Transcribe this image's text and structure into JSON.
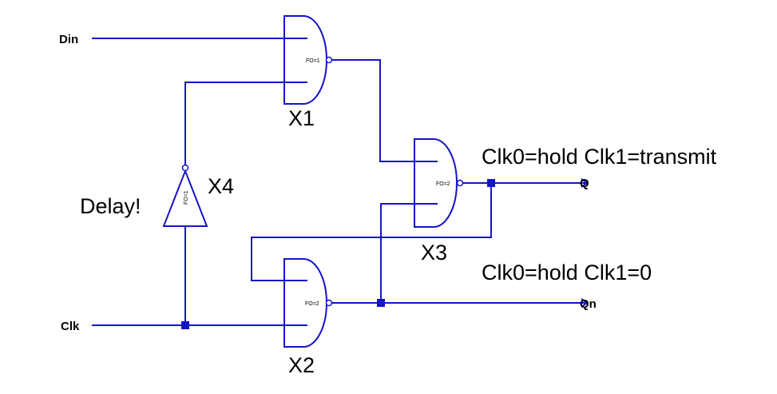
{
  "colors": {
    "wire": "#1414c8",
    "text": "#000000",
    "background": "#ffffff"
  },
  "ports": {
    "din": "Din",
    "clk": "Clk",
    "q": "Q",
    "qn": "Qn"
  },
  "gates": {
    "x1": {
      "name": "X1",
      "fanout": "FO=1"
    },
    "x2": {
      "name": "X2",
      "fanout": "FO=2"
    },
    "x3": {
      "name": "X3",
      "fanout": "FO=2"
    },
    "x4": {
      "name": "X4",
      "fanout": "FO=1"
    }
  },
  "annotations": {
    "delay": "Delay!",
    "q_behavior": "Clk0=hold Clk1=transmit",
    "qn_behavior": "Clk0=hold Clk1=0"
  }
}
